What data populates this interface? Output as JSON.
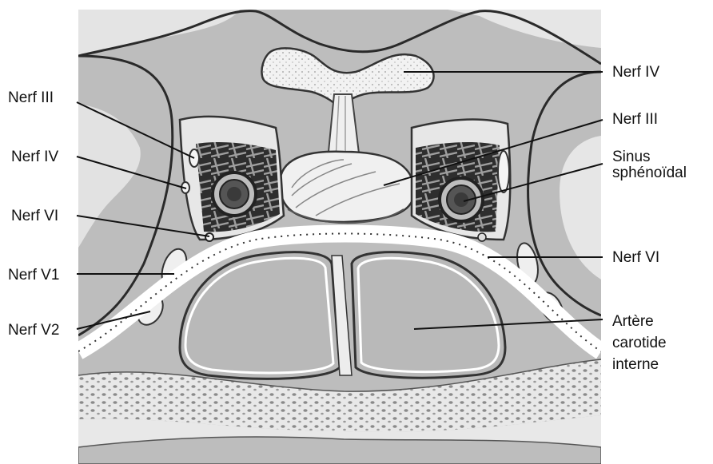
{
  "labels_left": [
    {
      "id": "nerf-iii-left",
      "text": "Nerf III"
    },
    {
      "id": "nerf-iv-left",
      "text": "Nerf IV"
    },
    {
      "id": "nerf-vi-left",
      "text": "Nerf VI"
    },
    {
      "id": "nerf-v1",
      "text": "Nerf V1"
    },
    {
      "id": "nerf-v2",
      "text": "Nerf V2"
    }
  ],
  "labels_right": [
    {
      "id": "nerf-iv-right",
      "lines": [
        "Nerf IV"
      ]
    },
    {
      "id": "nerf-iii-right",
      "lines": [
        "Nerf III"
      ]
    },
    {
      "id": "sinus-sphenoidal",
      "lines": [
        "Sinus",
        "sphénoïdal"
      ]
    },
    {
      "id": "nerf-vi-right",
      "lines": [
        "Nerf VI"
      ]
    },
    {
      "id": "artere-carotide",
      "lines": [
        "Artère",
        "carotide",
        "interne"
      ]
    }
  ],
  "colors": {
    "background_tissue": "#bdbdbd",
    "light_tissue": "#e6e6e6",
    "outline": "#2a2a2a",
    "sinus_cavity": "#b8b8b8",
    "dark_mesh": "#2e2e2e",
    "label_text": "#111111"
  }
}
